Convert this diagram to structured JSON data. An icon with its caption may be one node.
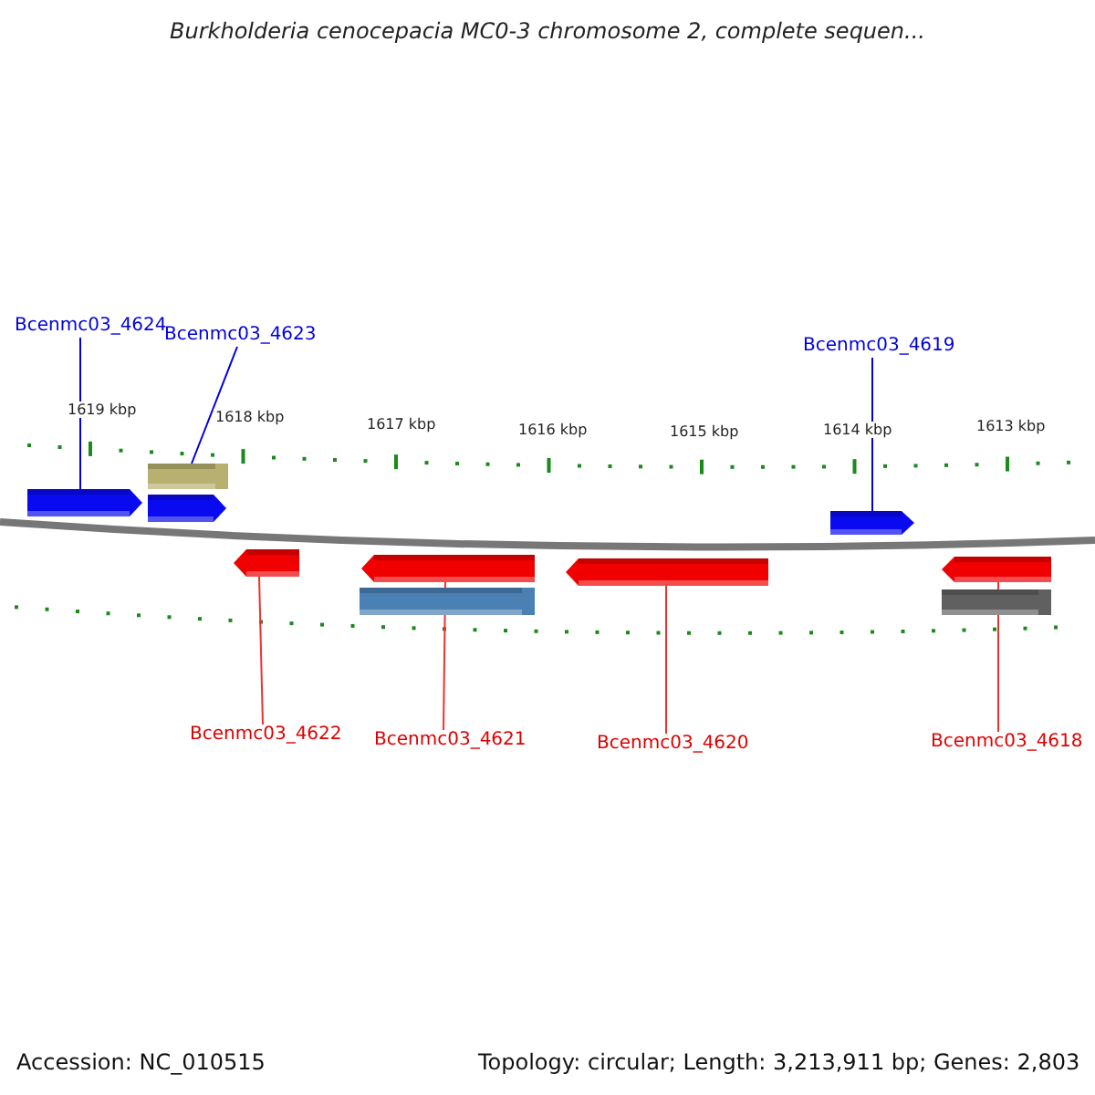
{
  "diagram": {
    "title": "Burkholderia cenocepacia MC0-3 chromosome 2, complete sequen...",
    "nodes": [
      {
        "text": [
          "Bcenmc03_4624"
        ]
      },
      {
        "text": [
          "Bcenmc03_4623"
        ]
      },
      {
        "text": [
          "Bcenmc03_4619"
        ]
      },
      {
        "text": [
          "Bcenmc03_4622"
        ]
      },
      {
        "text": [
          "Bcenmc03_4621"
        ]
      },
      {
        "text": [
          "Bcenmc03_4620"
        ]
      },
      {
        "text": [
          "Bcenmc03_4618"
        ]
      },
      {
        "text": [],
        "shape": "arrow"
      },
      {
        "text": [],
        "shape": "box"
      },
      {
        "text": [],
        "shape": "arrow"
      },
      {
        "text": [],
        "shape": "arrow"
      },
      {
        "text": [],
        "shape": "arrow"
      },
      {
        "text": [],
        "shape": "arrow"
      },
      {
        "text": [],
        "shape": "box"
      },
      {
        "text": [],
        "shape": "arrow"
      },
      {
        "text": [],
        "shape": "arrow"
      },
      {
        "text": [],
        "shape": "box"
      }
    ],
    "edges": [
      {
        "from": 0,
        "to": 7,
        "arrow": "none",
        "color": "#0000e0"
      },
      {
        "from": 1,
        "to": 8,
        "arrow": "none",
        "color": "#0000e0"
      },
      {
        "from": 2,
        "to": 10,
        "arrow": "none",
        "color": "#0000e0"
      },
      {
        "from": 3,
        "to": 11,
        "arrow": "none"
      },
      {
        "from": 4,
        "to": 12,
        "arrow": "none"
      },
      {
        "from": 5,
        "to": 14,
        "arrow": "none"
      },
      {
        "from": 6,
        "to": 15,
        "arrow": "none"
      }
    ],
    "labels": [
      "1619 kbp",
      "1618 kbp",
      "1617 kbp",
      "1616 kbp",
      "1615 kbp",
      "1614 kbp",
      "1613 kbp",
      "Accession: NC_010515",
      "Topology: circular; Length: 3,213,911 bp; Genes: 2,803"
    ]
  }
}
